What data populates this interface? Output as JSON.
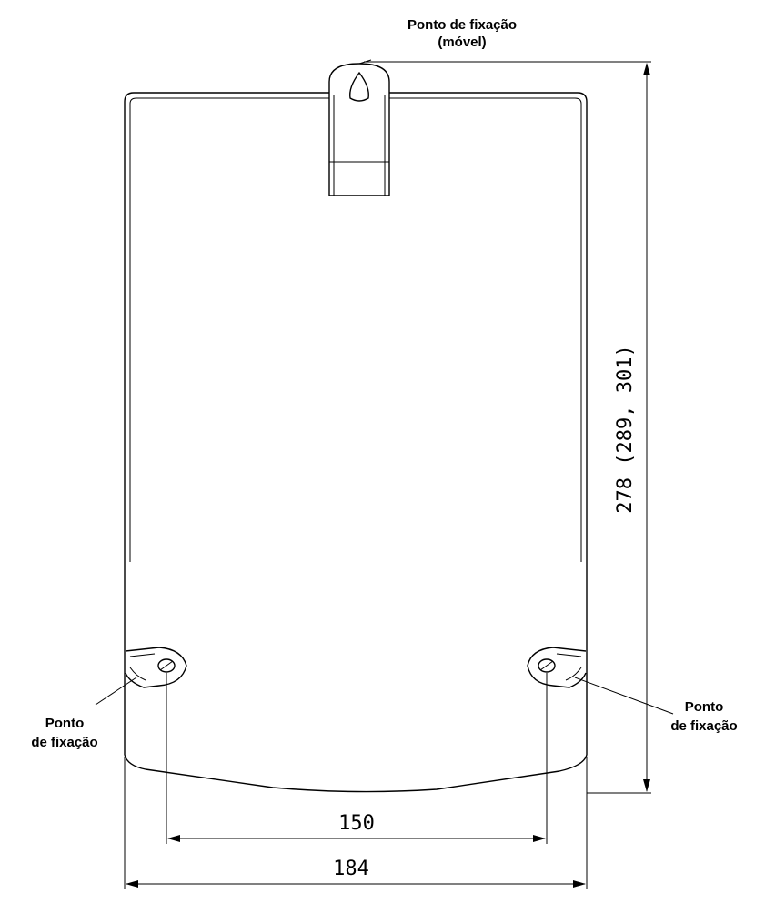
{
  "labels": {
    "top_line1": "Ponto de fixação",
    "top_line2": "(móvel)",
    "left_line1": "Ponto",
    "left_line2": "de fixação",
    "right_line1": "Ponto",
    "right_line2": "de fixação"
  },
  "dimensions": {
    "height": "278 (289, 301)",
    "hole_spacing": "150",
    "overall_width": "184"
  }
}
